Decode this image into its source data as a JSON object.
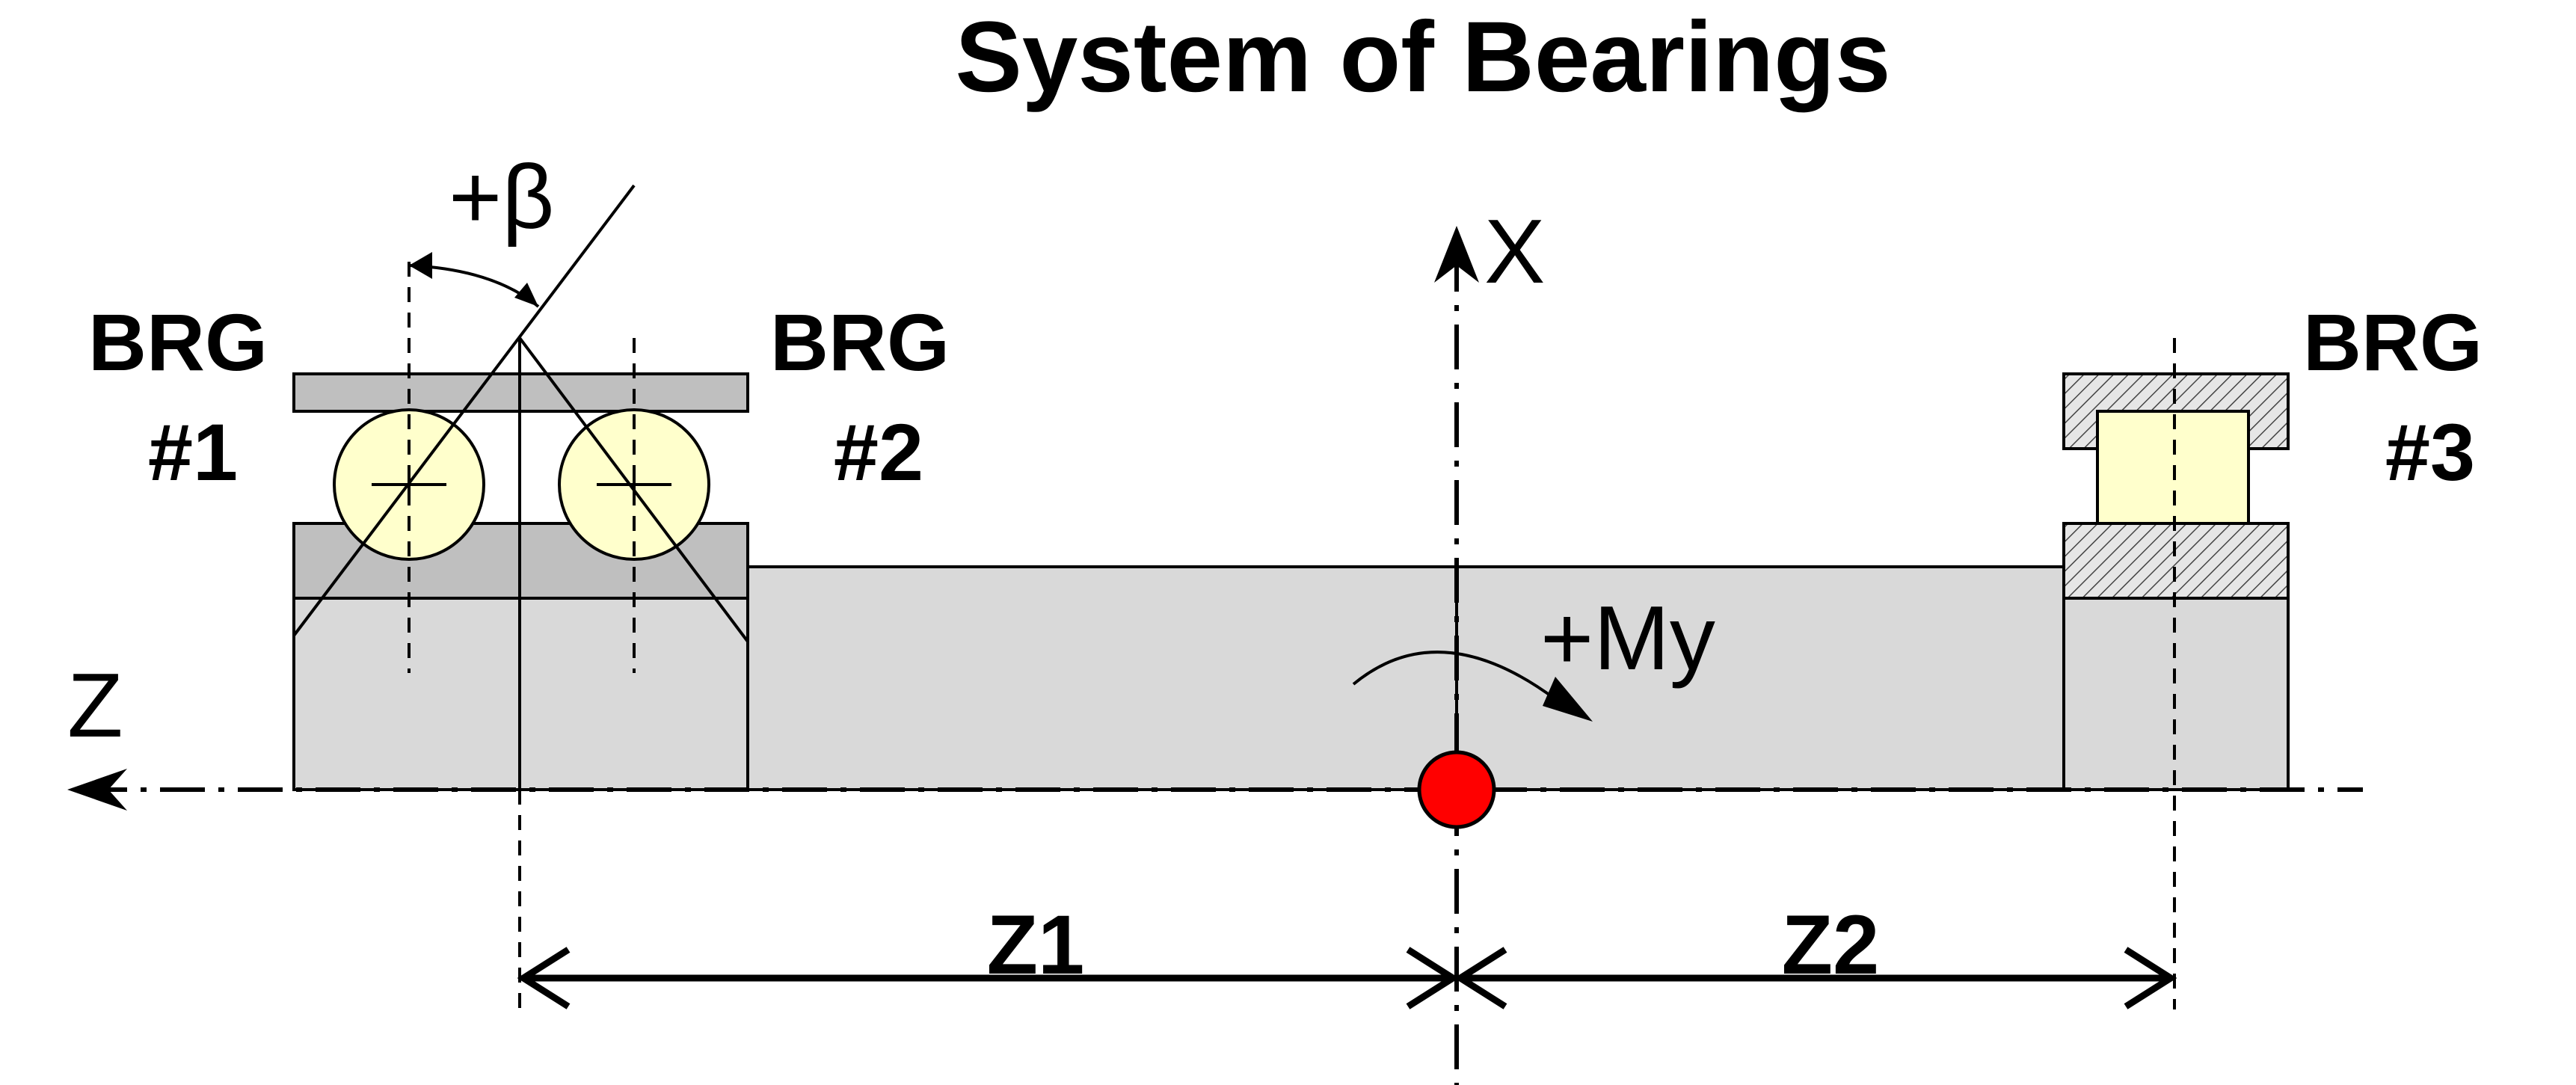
{
  "title": "System of Bearings",
  "bearings": [
    {
      "line1": "BRG",
      "line2": "#1"
    },
    {
      "line1": "BRG",
      "line2": "#2"
    },
    {
      "line1": "BRG",
      "line2": "#3"
    }
  ],
  "labels": {
    "beta": "+β",
    "x_axis": "X",
    "z_axis": "Z",
    "moment": "+My",
    "dim1": "Z1",
    "dim2": "Z2"
  },
  "colors": {
    "shaft": "#d9d9d9",
    "race": "#bfbfbf",
    "ball": "#ffffcc",
    "origin": "#ff0000"
  }
}
